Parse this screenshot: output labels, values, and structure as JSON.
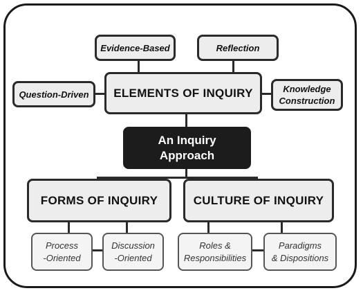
{
  "center": {
    "line1": "An Inquiry",
    "line2": "Approach"
  },
  "elements": {
    "title": "ELEMENTS OF INQUIRY",
    "evidence": "Evidence-Based",
    "reflection": "Reflection",
    "question": "Question-Driven",
    "knowledge_line1": "Knowledge",
    "knowledge_line2": "Construction"
  },
  "forms": {
    "title": "FORMS OF INQUIRY",
    "process_line1": "Process",
    "process_line2": "-Oriented",
    "discussion_line1": "Discussion",
    "discussion_line2": "-Oriented"
  },
  "culture": {
    "title": "CULTURE OF INQUIRY",
    "roles_line1": "Roles &",
    "roles_line2": "Responsibilities",
    "paradigms_line1": "Paradigms",
    "paradigms_line2": "& Dispositions"
  }
}
